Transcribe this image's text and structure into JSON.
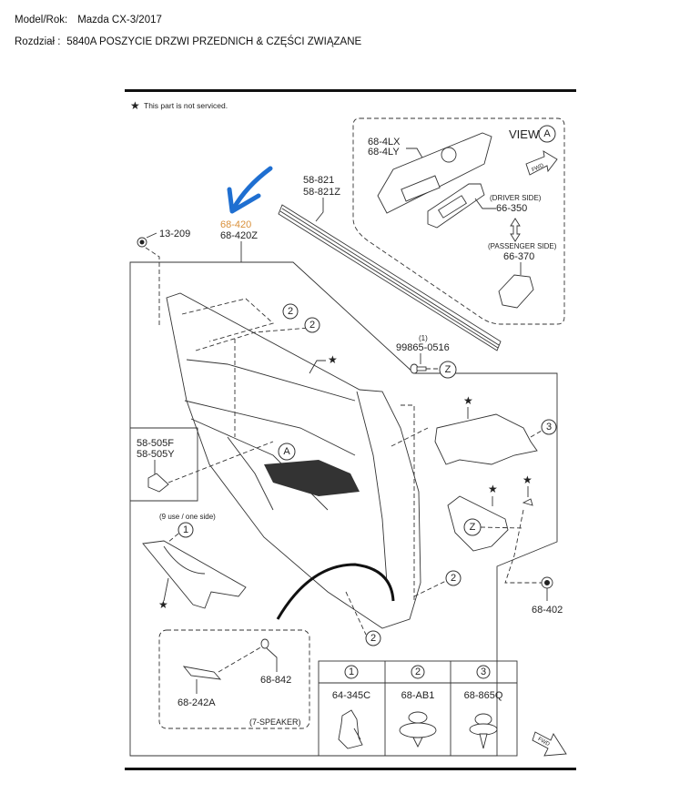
{
  "header": {
    "model_label": "Model/Rok:",
    "model_value": "Mazda CX-3/2017",
    "section_label": "Rozdział :",
    "section_value": "5840A  POSZYCIE DRZWI PRZEDNICH & CZĘŚCI ZWIĄZANE"
  },
  "diagram": {
    "legend_note": "This part is not serviced.",
    "highlight_color": "#d9903a",
    "annotation_arrow_color": "#1f6fd1",
    "parts": {
      "clip_13_209": "13-209",
      "trim_main": "68-420",
      "trim_alt": "68-420Z",
      "weatherstrip_a": "58-821",
      "weatherstrip_b": "58-821Z",
      "switch_panel_a": "68-4LX",
      "switch_panel_b": "68-4LY",
      "driver_side_label": "(DRIVER SIDE)",
      "driver_switch": "66-350",
      "passenger_side_label": "(PASSENGER SIDE)",
      "passenger_switch": "66-370",
      "screw_qty": "(1)",
      "screw": "99865-0516",
      "cover_a": "58-505F",
      "cover_b": "58-505Y",
      "usage_note": "(9 use / one side)",
      "clip_68_402": "68-402",
      "speaker_grille": "68-242A",
      "speaker_part": "68-842",
      "speaker_note": "(7-SPEAKER)"
    },
    "view_label": "VIEW",
    "view_ref": "A",
    "fwd_label": "FWD",
    "callouts": {
      "one": "1",
      "two": "2",
      "three": "3",
      "z": "Z",
      "a": "A"
    },
    "fastener_table": [
      {
        "ref": "1",
        "part": "64-345C"
      },
      {
        "ref": "2",
        "part": "68-AB1"
      },
      {
        "ref": "3",
        "part": "68-865Q"
      }
    ]
  }
}
